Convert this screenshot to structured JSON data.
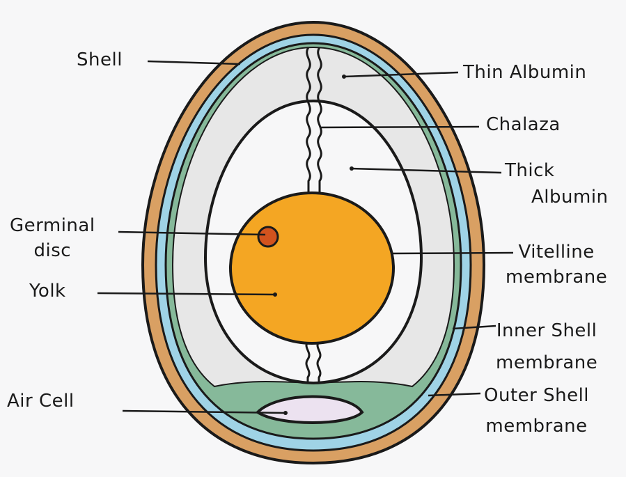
{
  "labels": {
    "shell": "Shell",
    "thin_albumin": "Thin Albumin",
    "chalaza": "Chalaza",
    "thick_albumin_1": "Thick",
    "thick_albumin_2": "Albumin",
    "germinal_disc_1": "Germinal",
    "germinal_disc_2": "disc",
    "yolk": "Yolk",
    "vitelline_1": "Vitelline",
    "vitelline_2": "membrane",
    "inner_shell_1": "Inner Shell",
    "inner_shell_2": "membrane",
    "air_cell": "Air Cell",
    "outer_shell_1": "Outer Shell",
    "outer_shell_2": "membrane"
  },
  "colors": {
    "background": "#f7f7f8",
    "shell": "#d9a063",
    "outer_membrane": "#9fd3e6",
    "inner_membrane": "#86b99a",
    "thin_albumin": "#e7e7e7",
    "thick_albumin": "#f7f7f8",
    "yolk": "#f4a623",
    "germinal_disc": "#d2531e",
    "air_cell": "#ece2f0",
    "outline": "#1a1a1a"
  }
}
